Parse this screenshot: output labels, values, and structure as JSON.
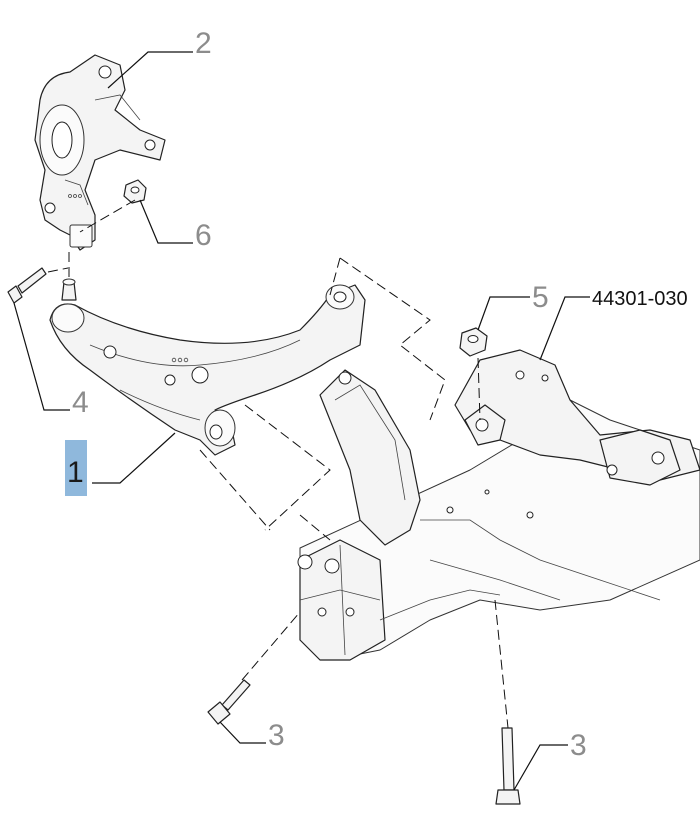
{
  "diagram": {
    "reference_code": "44301-030",
    "callouts": {
      "lower_arm": "1",
      "steering_knuckle": "2",
      "bolt_front": "3",
      "bolt_rear": "3",
      "arm_bolt": "4",
      "subframe_nut": "5",
      "knuckle_nut": "6"
    },
    "highlighted_callout": "1",
    "highlight_color": "#8fb8dc",
    "callout_color": "#8c8c8c"
  }
}
